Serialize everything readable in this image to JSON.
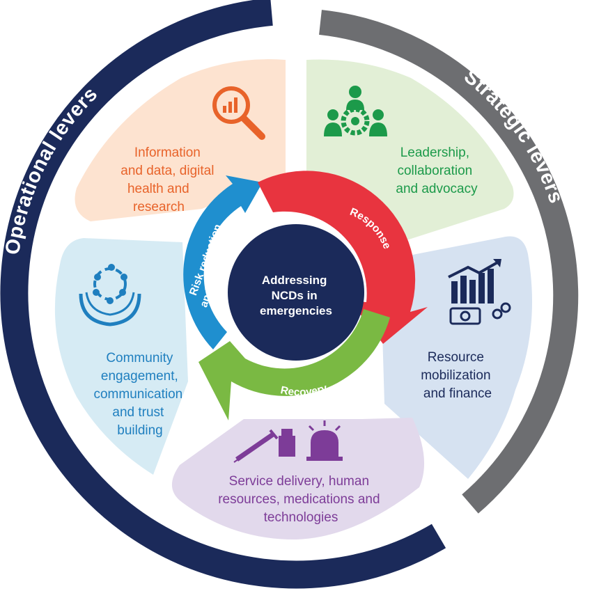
{
  "outer_ring": {
    "operational_label": "Operational levers",
    "strategic_label": "Strategic levers"
  },
  "segments": {
    "information": {
      "lines": [
        "Information",
        "and data, digital",
        "health and",
        "research"
      ]
    },
    "leadership": {
      "lines": [
        "Leadership,",
        "collaboration",
        "and advocacy"
      ]
    },
    "resource": {
      "lines": [
        "Resource",
        "mobilization",
        "and finance"
      ]
    },
    "service": {
      "lines": [
        "Service delivery, human",
        "resources, medications and",
        "technologies"
      ]
    },
    "community": {
      "lines": [
        "Community",
        "engagement,",
        "communication",
        "and trust",
        "building"
      ]
    }
  },
  "cycle": {
    "risk_lines": [
      "Risk reduction",
      "and preparedness"
    ],
    "response": "Response",
    "recovery": "Recovery"
  },
  "center": {
    "lines": [
      "Addressing",
      "NCDs in",
      "emergencies"
    ]
  },
  "colors": {
    "navy": "#1b2a5a",
    "gray": "#6d6e71",
    "orange": "#e8632a",
    "green": "#1c9a4a",
    "purple": "#7d3c98",
    "blue": "#1f8fcf",
    "red": "#e8343f",
    "lime": "#7ab943"
  },
  "icons": [
    "magnifier-chart-icon",
    "team-gear-icon",
    "finance-growth-icon",
    "medical-supplies-icon",
    "community-hands-icon"
  ]
}
